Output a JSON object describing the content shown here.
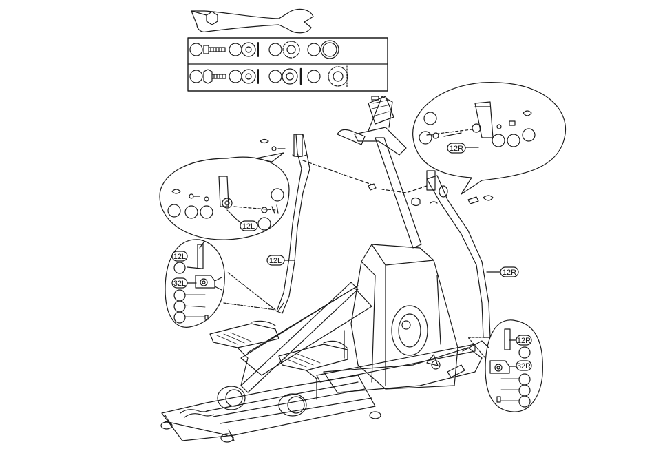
{
  "labels": {
    "arm_left": "12L",
    "arm_left_detail": "12L",
    "arm_right": "12R",
    "arm_right_detail": "12R",
    "inset_bl_arm": "12L",
    "inset_bl_axle": "32L",
    "inset_br_arm": "12R",
    "inset_br_axle": "32R"
  },
  "icons": [
    "wrench-icon",
    "bolt-icon",
    "washer-icon",
    "spring-washer-icon",
    "nut-icon",
    "cap-icon"
  ]
}
